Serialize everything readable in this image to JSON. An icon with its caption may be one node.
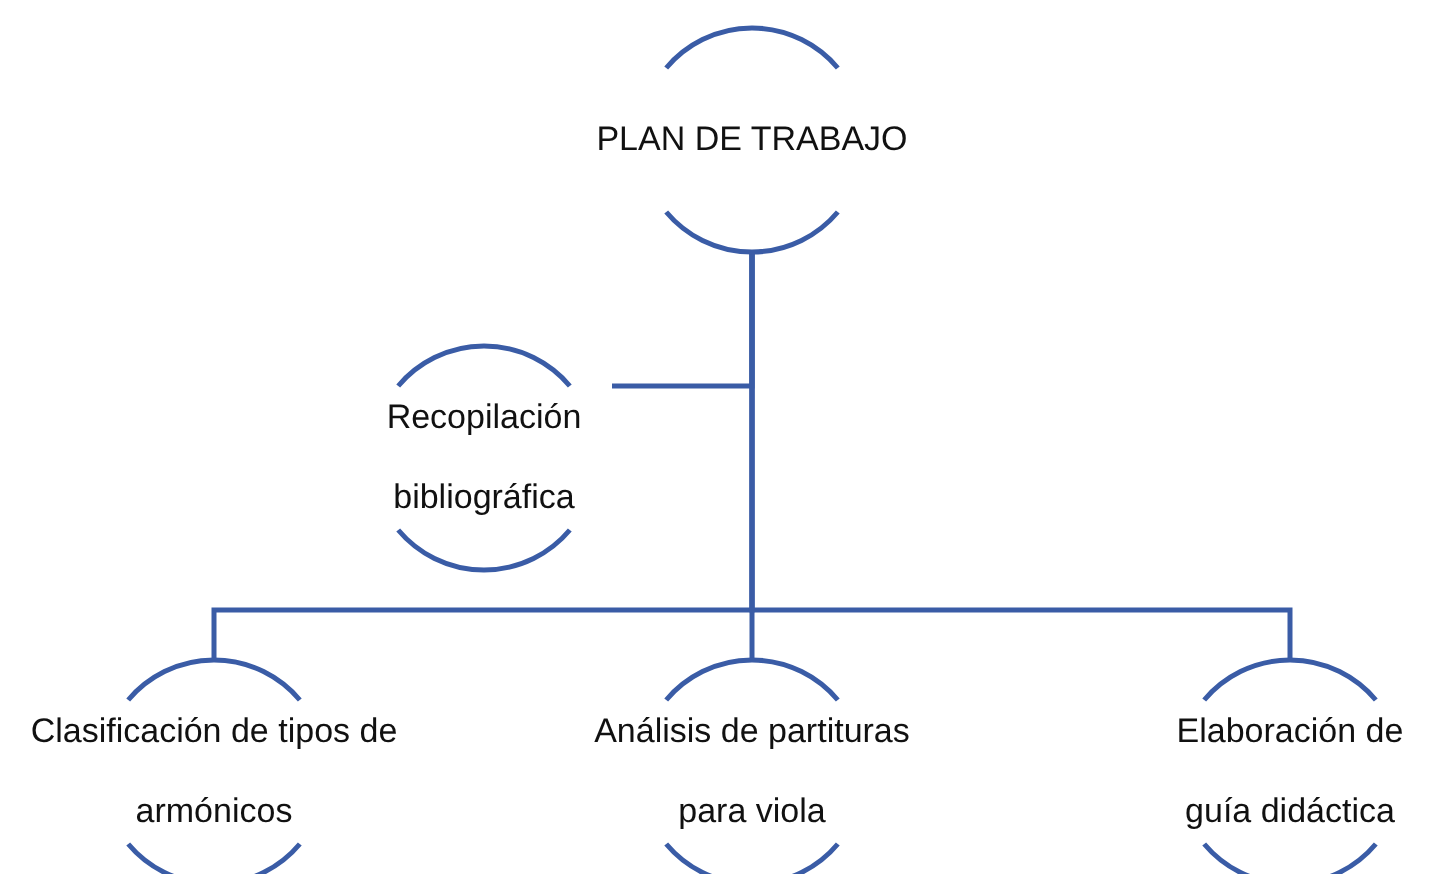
{
  "diagram": {
    "nodes": [
      {
        "text": [
          "PLAN DE TRABAJO"
        ]
      },
      {
        "text": [
          "Recopilación bibliográfica"
        ]
      },
      {
        "text": [
          "Clasificación de tipos de armónicos"
        ]
      },
      {
        "text": [
          "Análisis de partituras para viola"
        ]
      },
      {
        "text": [
          "Elaboración de guía didáctica"
        ]
      }
    ],
    "edges": [
      {
        "from": 0,
        "to": 1,
        "arrow": "none"
      },
      {
        "from": 0,
        "to": 2,
        "arrow": "none"
      },
      {
        "from": 0,
        "to": 3,
        "arrow": "none"
      },
      {
        "from": 0,
        "to": 4,
        "arrow": "none"
      }
    ]
  }
}
